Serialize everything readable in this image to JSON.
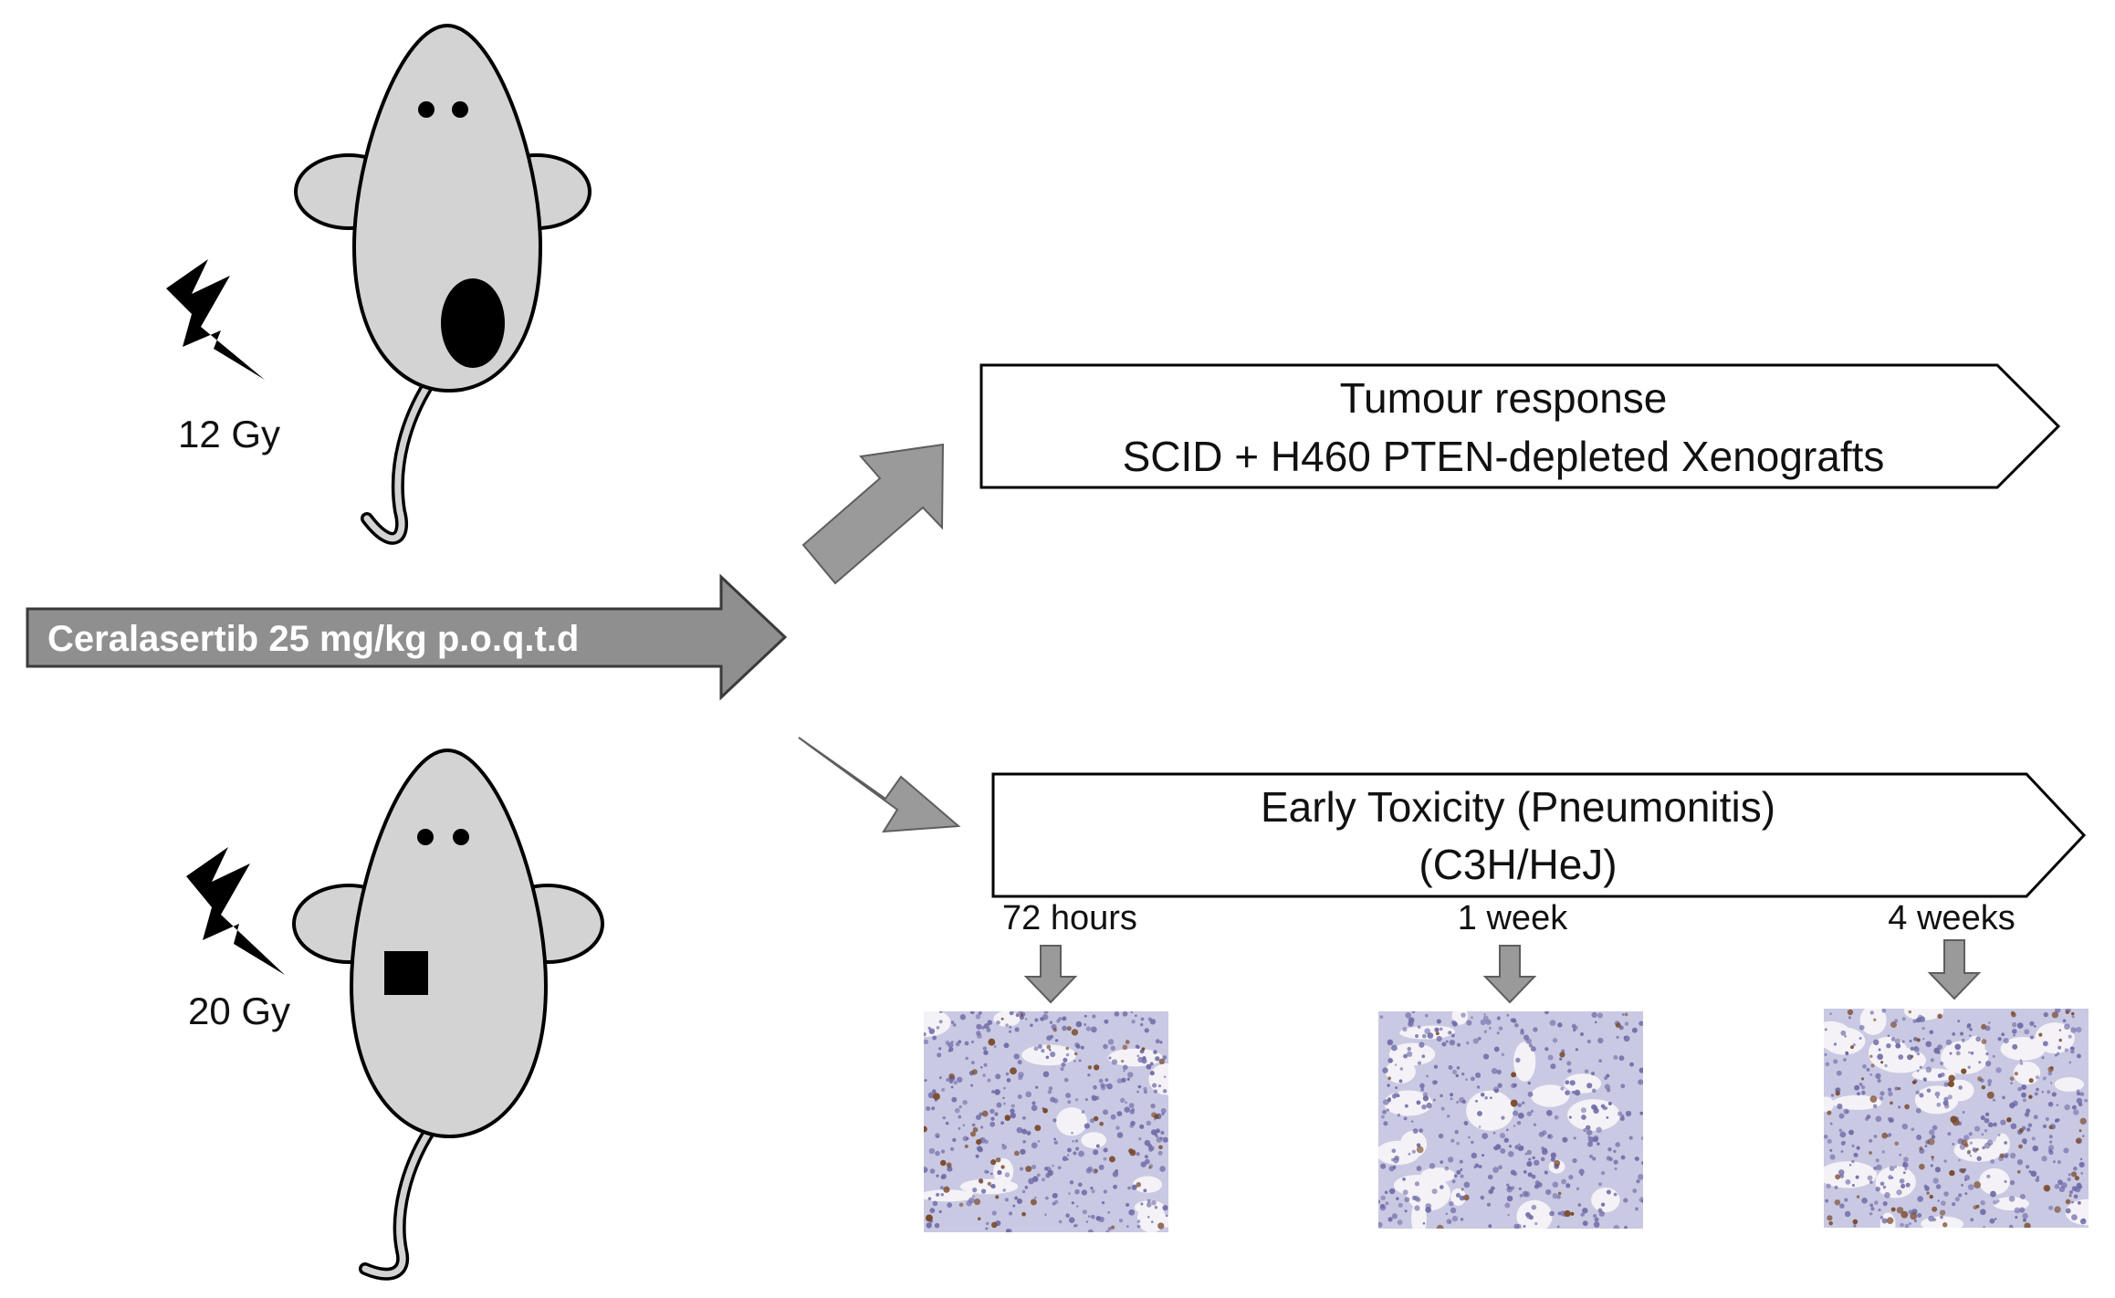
{
  "colors": {
    "mouse_fill": "#d3d3d3",
    "outline": "#000000",
    "arrow_fill": "#9a9a9a",
    "arrow_stroke": "#5e5e5e",
    "drug_arrow_fill": "#8f8f8f",
    "tissue_base": "#c9c9e3",
    "tissue_nuclei": "#6d6aa6",
    "tissue_brown": "#7a4a2c",
    "tissue_space": "#f4f2f6"
  },
  "icons": {
    "mouse": "mouse-icon",
    "lightning": "lightning-bolt-icon",
    "tumour": "tumour-marker",
    "histology": "lung-histology-image"
  },
  "treatment": {
    "drug_label": "Ceralasertib 25 mg/kg p.o.q.t.d"
  },
  "radiation": {
    "top_dose": "12 Gy",
    "bottom_dose": "20 Gy"
  },
  "outcomes": {
    "tumour": {
      "line1": "Tumour response",
      "line2": "SCID + H460 PTEN-depleted Xenografts"
    },
    "toxicity": {
      "line1": "Early Toxicity (Pneumonitis)",
      "line2": "(C3H/HeJ)"
    }
  },
  "timepoints": [
    "72 hours",
    "1 week",
    "4 weeks"
  ]
}
